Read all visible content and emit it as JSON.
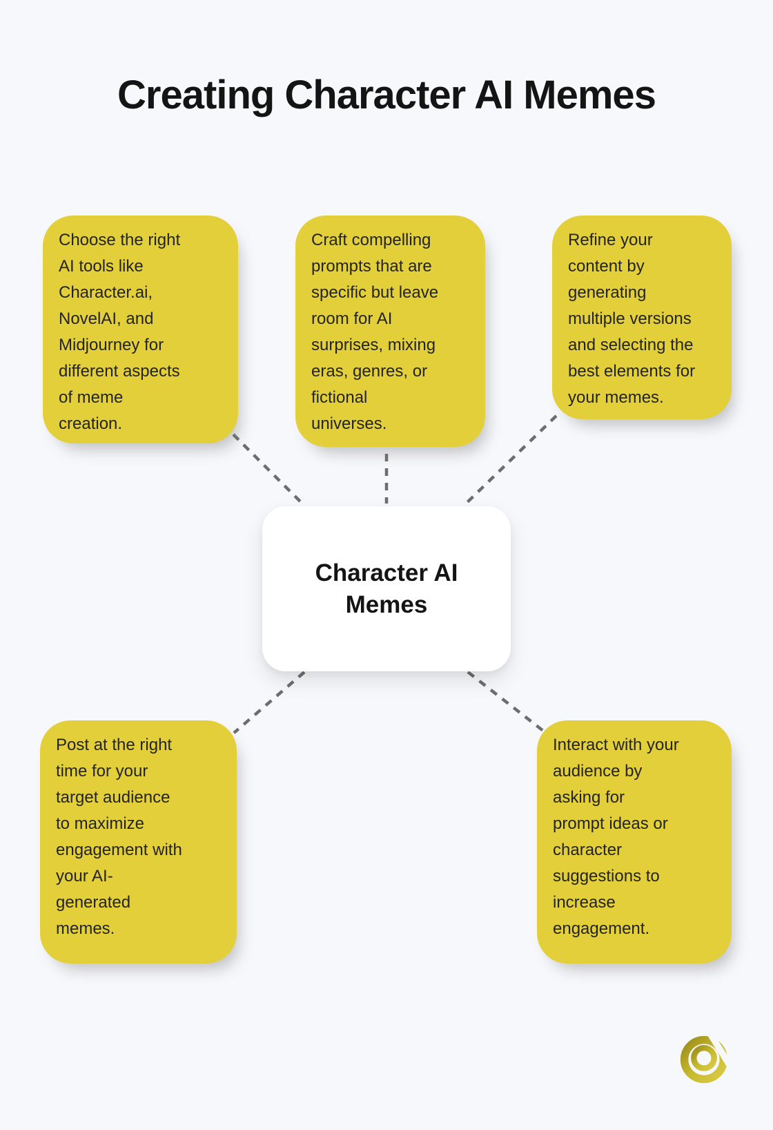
{
  "page": {
    "title": "Creating Character AI Memes"
  },
  "colors": {
    "background": "#f7f8fb",
    "node_yellow": "#e3cf3a",
    "center_fill": "#ffffff",
    "connector": "#6d6d6d",
    "text": "#242424",
    "title_color": "#141414",
    "logo_dark": "#9a8c1a",
    "logo_light": "#d9cc45"
  },
  "center_node": {
    "label": "Character AI Memes",
    "lines": [
      "Character AI",
      "Memes"
    ]
  },
  "nodes": [
    {
      "id": "choose-tools",
      "text": "Choose the right AI tools like Character.ai, NovelAI, and Midjourney for different aspects of meme creation.",
      "lines": [
        "Choose the right",
        "AI tools like",
        "Character.ai,",
        "NovelAI, and",
        "Midjourney for",
        "different aspects",
        "of meme",
        "creation."
      ]
    },
    {
      "id": "craft-prompts",
      "text": "Craft compelling prompts that are specific but leave room for AI surprises, mixing eras, genres, or fictional universes.",
      "lines": [
        "Craft compelling",
        "prompts that are",
        "specific but leave",
        "room for AI",
        "surprises, mixing",
        "eras, genres, or",
        "fictional",
        "universes."
      ]
    },
    {
      "id": "refine-content",
      "text": "Refine your content by generating multiple versions and selecting the best elements for your memes.",
      "lines": [
        "Refine your",
        "content by",
        "generating",
        "multiple versions",
        "and selecting the",
        "best elements for",
        "your memes."
      ]
    },
    {
      "id": "post-timing",
      "text": "Post at the right time for your target audience to maximize engagement with your AI-generated memes.",
      "lines": [
        "Post at the right",
        "time for your",
        "target audience",
        "to maximize",
        "engagement with",
        "your AI-",
        "generated",
        "memes."
      ]
    },
    {
      "id": "interact-audience",
      "text": "Interact with your audience by asking for prompt ideas or character suggestions to increase engagement.",
      "lines": [
        "Interact with your",
        "audience by",
        "asking for",
        "prompt ideas or",
        "character",
        "suggestions to",
        "increase",
        "engagement."
      ]
    }
  ],
  "logo": {
    "name": "CQ monogram logo"
  }
}
